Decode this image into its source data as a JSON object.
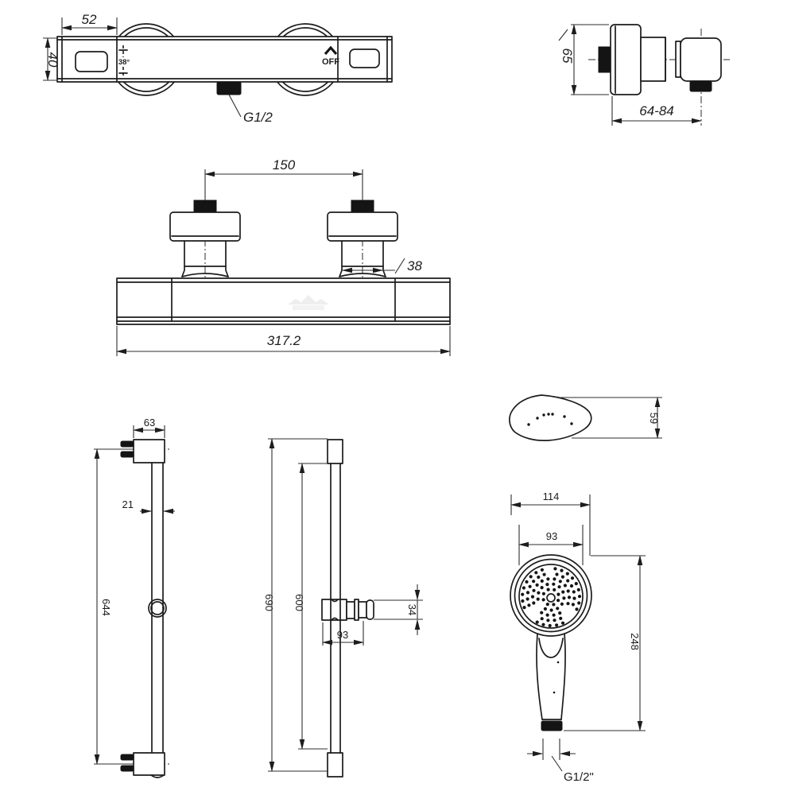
{
  "document": {
    "type": "technical dimension drawing",
    "product": "thermostatic shower mixer set with rail and hand shower",
    "background_color": "#ffffff",
    "line_color": "#1c1c1c",
    "dimension_color": "#2e2e2e",
    "black_fill_color": "#141414",
    "watermark_color": "#ececec"
  },
  "views": {
    "mixer_top": {
      "name": "shower mixer top view",
      "dim_endcap_width": "52",
      "dim_body_height": "40",
      "temp_marking": "38°",
      "onoff_marking": "OFF",
      "outlet_thread": "G1/2"
    },
    "mixer_side": {
      "name": "shower mixer side view",
      "dim_escutcheon_diameter": "65",
      "dim_wall_distance": "64-84"
    },
    "mixer_front": {
      "name": "shower mixer bottom view",
      "dim_connection_spacing": "150",
      "dim_connection_diameter": "38",
      "dim_overall_width": "317.2"
    },
    "rail_side": {
      "name": "shower rail side view",
      "dim_bracket_width": "63",
      "dim_rail_depth": "21",
      "dim_hole_distance": "644"
    },
    "rail_front": {
      "name": "shower rail front view",
      "dim_overall_length": "690",
      "dim_bar_length": "600",
      "dim_slider_reach": "93",
      "dim_slider_height": "34"
    },
    "handshower_top": {
      "name": "hand shower top view",
      "dim_head_depth": "59"
    },
    "handshower_front": {
      "name": "hand shower front view",
      "dim_head_width": "114",
      "dim_spray_face_diameter": "93",
      "dim_overall_length": "248",
      "dim_connection_thread": "G1/2\""
    }
  }
}
